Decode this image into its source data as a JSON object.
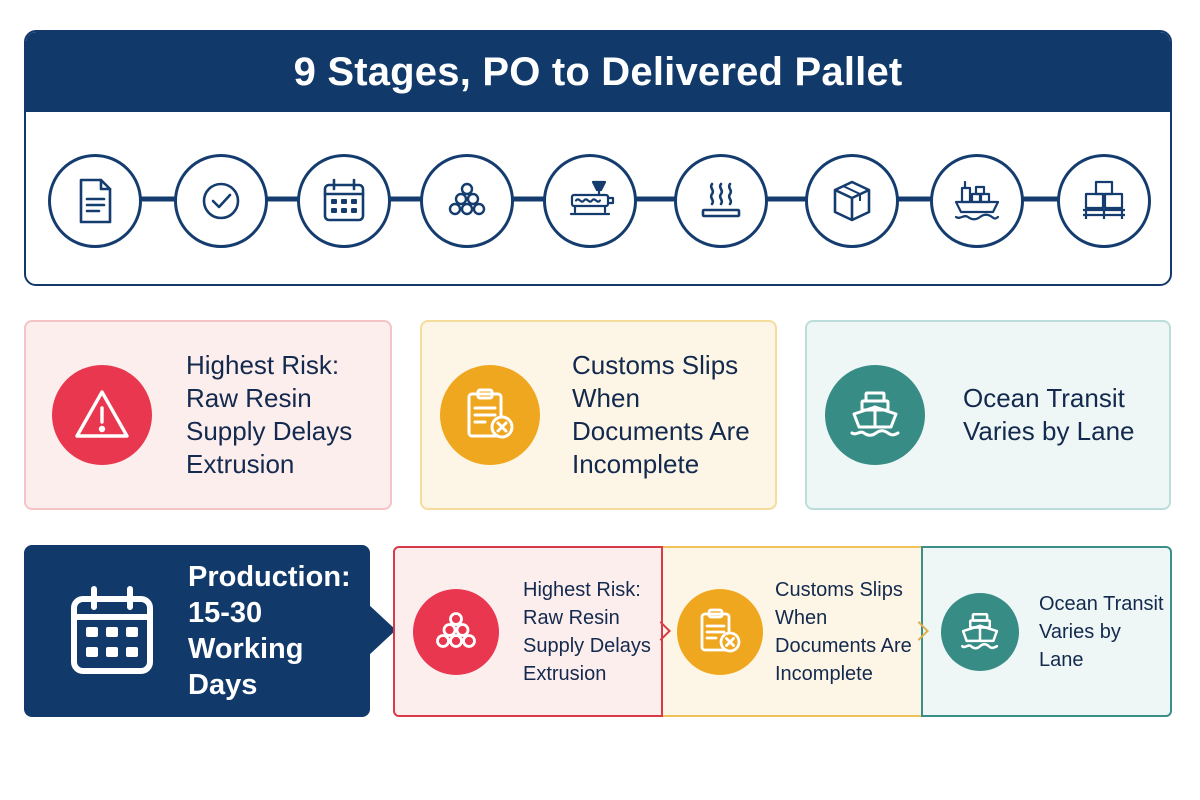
{
  "header": {
    "title": "9 Stages, PO to Delivered Pallet"
  },
  "stages": [
    {
      "icon": "document-icon"
    },
    {
      "icon": "check-circle-icon"
    },
    {
      "icon": "calendar-icon"
    },
    {
      "icon": "resin-pellets-icon"
    },
    {
      "icon": "extruder-icon"
    },
    {
      "icon": "heat-plate-icon"
    },
    {
      "icon": "box-icon"
    },
    {
      "icon": "cargo-ship-icon"
    },
    {
      "icon": "pallet-icon"
    }
  ],
  "callouts": [
    {
      "icon": "warning-icon",
      "color": "#e8374f",
      "text": "Highest Risk:\nRaw Resin\nSupply Delays\nExtrusion"
    },
    {
      "icon": "clipboard-x-icon",
      "color": "#f0a720",
      "text": "Customs Slips\nWhen\nDocuments Are\nIncomplete"
    },
    {
      "icon": "ship-icon",
      "color": "#378d86",
      "text": "Ocean Transit\nVaries by Lane"
    }
  ],
  "production": {
    "icon": "calendar-icon",
    "text": "Production:\n15-30\nWorking Days"
  },
  "strip": [
    {
      "icon": "resin-pellets-icon",
      "color": "#e8374f",
      "text": "Highest Risk:\nRaw Resin\nSupply Delays\nExtrusion"
    },
    {
      "icon": "clipboard-x-icon",
      "color": "#f0a720",
      "text": "Customs Slips\nWhen\nDocuments Are\nIncomplete"
    },
    {
      "icon": "ship-icon",
      "color": "#378d86",
      "text": "Ocean Transit\nVaries by Lane"
    }
  ],
  "colors": {
    "navy": "#113a6b",
    "red": "#e8374f",
    "amber": "#f0a720",
    "teal": "#378d86"
  }
}
